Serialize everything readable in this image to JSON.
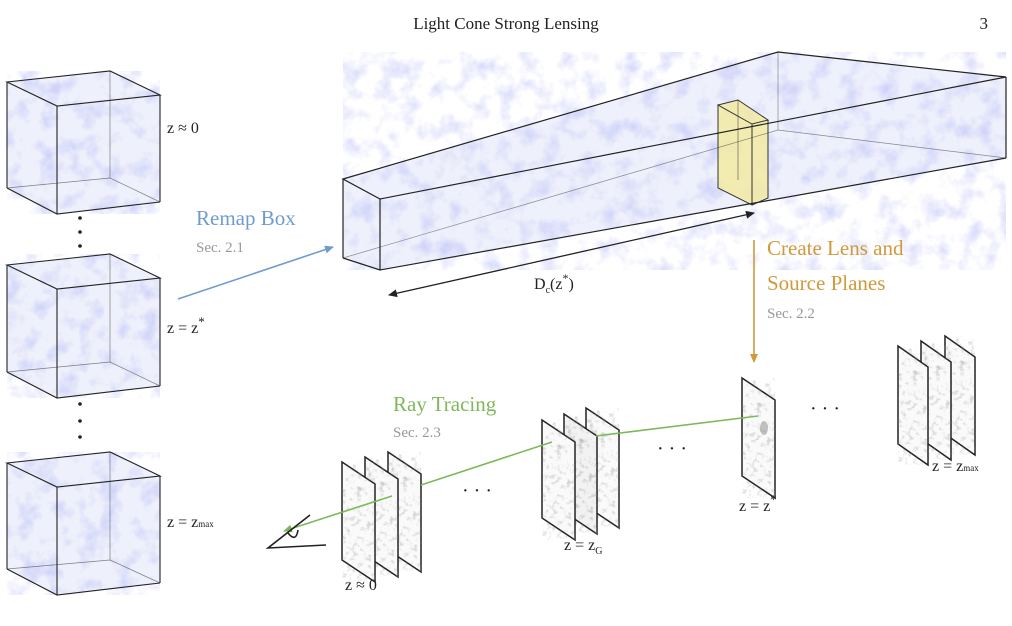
{
  "header": {
    "title": "Light Cone Strong Lensing",
    "page_number": "3"
  },
  "snapshots": [
    {
      "label": "z ≈ 0"
    },
    {
      "label": "z = z*"
    },
    {
      "label": "z = z_max"
    }
  ],
  "steps": {
    "remap": {
      "title": "Remap Box",
      "section": "Sec. 2.1",
      "color": "#6f9ccf"
    },
    "planes": {
      "title_line1": "Create Lens and",
      "title_line2": "Source Planes",
      "section": "Sec. 2.2",
      "color": "#d09a3a"
    },
    "raytrace": {
      "title": "Ray Tracing",
      "section": "Sec. 2.3",
      "color": "#7fb85a"
    }
  },
  "box": {
    "distance_label": "D_c(z*)",
    "slice_color": "#f3eaa0"
  },
  "plane_labels": {
    "observer": "z ≈ 0",
    "galaxy": "z = z_G",
    "star": "z = z*",
    "max": "z = z_max"
  },
  "ellipsis": "· · ·",
  "colors": {
    "structure": "#8a90e8",
    "section_text": "#999999"
  }
}
